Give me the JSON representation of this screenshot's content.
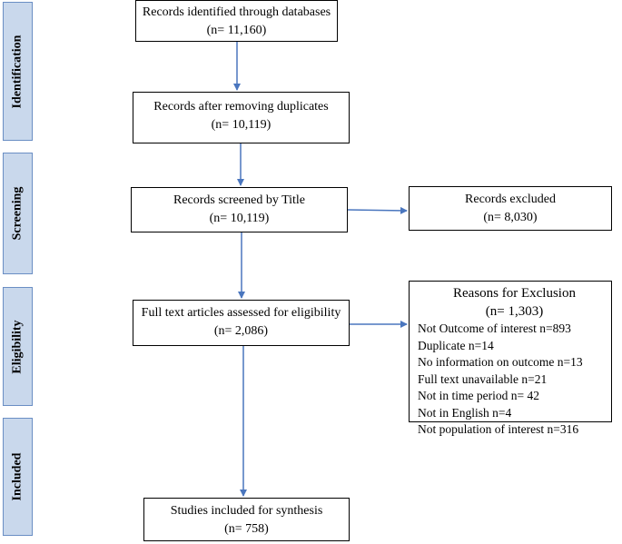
{
  "phases": [
    "Identification",
    "Screening",
    "Eligibility",
    "Included"
  ],
  "boxes": {
    "identified": {
      "title": "Records identified through databases",
      "count": "(n= 11,160)"
    },
    "duplicates": {
      "title": "Records after removing duplicates",
      "count": "(n= 10,119)"
    },
    "screened": {
      "title": "Records screened by Title",
      "count": "(n= 10,119)"
    },
    "excluded": {
      "title": "Records excluded",
      "count": "(n= 8,030)"
    },
    "fulltext": {
      "title": "Full text articles assessed for eligibility",
      "count": "(n= 2,086)"
    },
    "included": {
      "title": "Studies included for synthesis",
      "count": "(n= 758)"
    }
  },
  "exclusion": {
    "title": "Reasons for Exclusion",
    "count": "(n= 1,303)",
    "reasons": [
      "Not Outcome of interest n=893",
      "Duplicate n=14",
      "No information on outcome n=13",
      "Full text unavailable n=21",
      "Not in time period n= 42",
      "Not in English n=4",
      "Not population of interest n=316"
    ]
  },
  "colors": {
    "arrow": "#4a76be",
    "phase_fill": "#c9d8ec",
    "phase_border": "#6a8ec4"
  }
}
